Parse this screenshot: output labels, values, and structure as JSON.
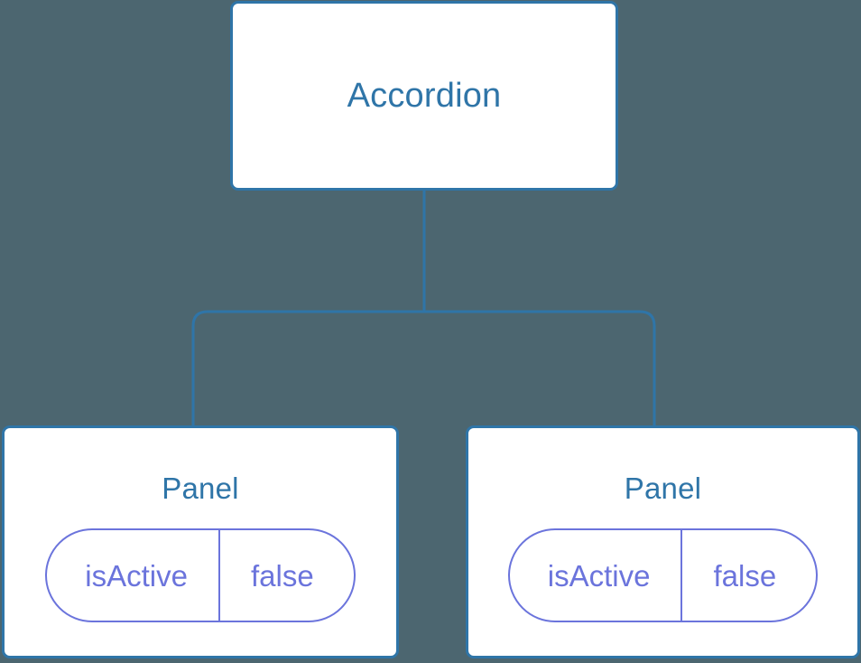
{
  "diagram": {
    "type": "component-tree",
    "background_color": "#4c6670",
    "node_border_color": "#2f75a8",
    "node_fill_color": "#ffffff",
    "node_title_color": "#2f75a8",
    "state_accent_color": "#6b74dc",
    "connector_color": "#2f75a8"
  },
  "root": {
    "title": "Accordion"
  },
  "children": [
    {
      "title": "Panel",
      "state": {
        "key": "isActive",
        "value": "false"
      }
    },
    {
      "title": "Panel",
      "state": {
        "key": "isActive",
        "value": "false"
      }
    }
  ]
}
